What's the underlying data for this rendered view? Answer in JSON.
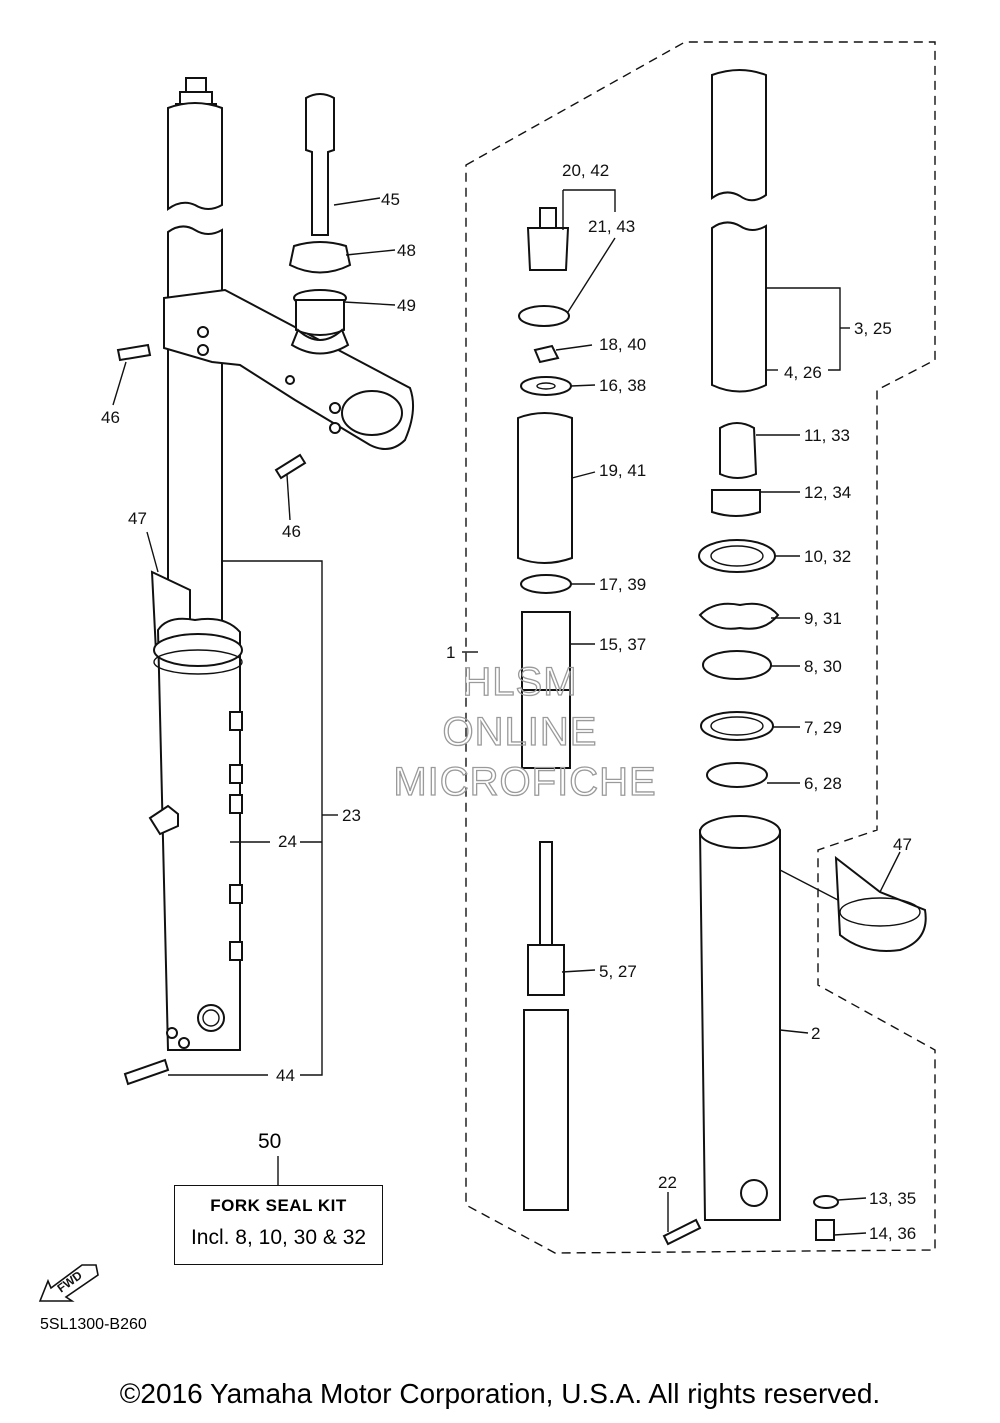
{
  "callouts": {
    "c45": "45",
    "c48": "48",
    "c49": "49",
    "c46a": "46",
    "c46b": "46",
    "c47a": "47",
    "c47b": "47",
    "c23": "23",
    "c24": "24",
    "c44": "44",
    "c2042": "20, 42",
    "c2143": "21, 43",
    "c1840": "18, 40",
    "c1638": "16, 38",
    "c1941": "19, 41",
    "c1739": "17, 39",
    "c1537": "15, 37",
    "c1": "1",
    "c527": "5, 27",
    "c22": "22",
    "c325": "3, 25",
    "c426": "4, 26",
    "c1133": "11, 33",
    "c1234": "12, 34",
    "c1032": "10, 32",
    "c931": "9, 31",
    "c830": "8, 30",
    "c729": "7, 29",
    "c628": "6, 28",
    "c2": "2",
    "c1335": "13, 35",
    "c1436": "14, 36"
  },
  "watermark": {
    "line1": "HLSM",
    "line2": "ONLINE",
    "line3": "MICROFICHE"
  },
  "kit": {
    "number": "50",
    "title": "FORK SEAL KIT",
    "includes": "Incl. 8, 10, 30 & 32"
  },
  "fwd_label": "FWD",
  "diagram_code": "5SL1300-B260",
  "copyright": "©2016 Yamaha Motor Corporation, U.S.A. All rights reserved."
}
